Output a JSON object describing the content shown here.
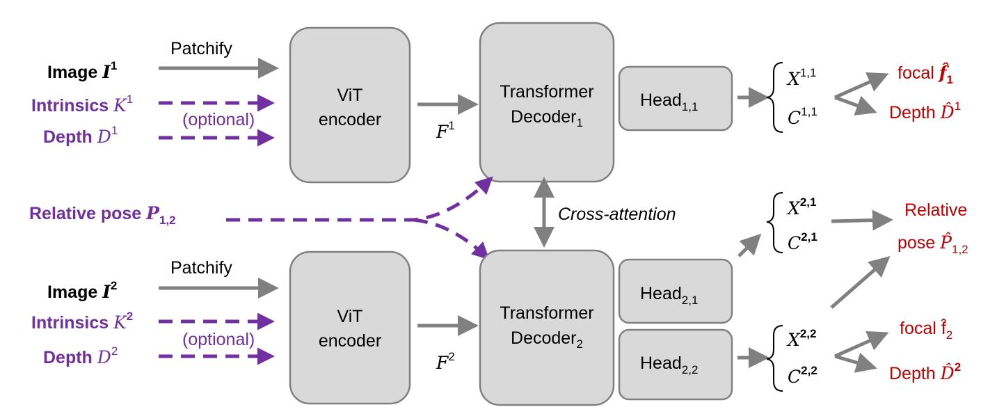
{
  "view1": {
    "patchify": "Patchify",
    "image_label": "Image ",
    "image_var": "I",
    "image_sup": "1",
    "intrinsics_label": "Intrinsics ",
    "intrinsics_var": "K",
    "intrinsics_sup": "1",
    "optional": "(optional)",
    "depth_label": "Depth ",
    "depth_var": "D",
    "depth_sup": "1",
    "encoder_line1": "ViT",
    "encoder_line2": "encoder",
    "feature_var": "F",
    "feature_sup": "1",
    "decoder_line1": "Transformer",
    "decoder_line2": "Decoder",
    "decoder_sub": "1"
  },
  "view2": {
    "patchify": "Patchify",
    "image_label": "Image ",
    "image_var": "I",
    "image_sup": "2",
    "intrinsics_label": "Intrinsics ",
    "intrinsics_var": "K",
    "intrinsics_sup": "2",
    "optional": "(optional)",
    "depth_label": "Depth ",
    "depth_var": "D",
    "depth_sup": "2",
    "encoder_line1": "ViT",
    "encoder_line2": "encoder",
    "feature_var": "F",
    "feature_sup": "2",
    "decoder_line1": "Transformer",
    "decoder_line2": "Decoder",
    "decoder_sub": "2"
  },
  "relative_pose": {
    "label": "Relative pose  ",
    "var": "P",
    "sub": "1,2"
  },
  "cross_attention": "Cross-attention",
  "heads": {
    "head11": {
      "label": "Head",
      "sub": "1,1"
    },
    "head21": {
      "label": "Head",
      "sub": "2,1"
    },
    "head22": {
      "label": "Head",
      "sub": "2,2"
    }
  },
  "outputs": {
    "x11": {
      "var": "X",
      "sup": "1,1"
    },
    "c11": {
      "var": "C",
      "sup": "1,1"
    },
    "x21": {
      "var": "X",
      "sup": "2,1"
    },
    "c21": {
      "var": "C",
      "sup": "2,1"
    },
    "x22": {
      "var": "X",
      "sup": "2,2"
    },
    "c22": {
      "var": "C",
      "sup": "2,2"
    },
    "focal1": {
      "label": "focal ",
      "var": "f̂",
      "sub": "1"
    },
    "depth1": {
      "label": "Depth ",
      "var": "D̂",
      "sup": "1"
    },
    "relpose_line1": "Relative",
    "relpose_line2": "pose ",
    "relpose_var": "P̂",
    "relpose_sub": "1,2",
    "focal2": {
      "label": "focal ",
      "var": "f̂",
      "sub": "2"
    },
    "depth2": {
      "label": "Depth ",
      "var": "D̂",
      "sup": "2"
    }
  },
  "colors": {
    "box_fill": "#d9d9d9",
    "box_stroke": "#808080",
    "arrow_gray": "#808080",
    "purple": "#7030a0",
    "red": "#c00000"
  }
}
